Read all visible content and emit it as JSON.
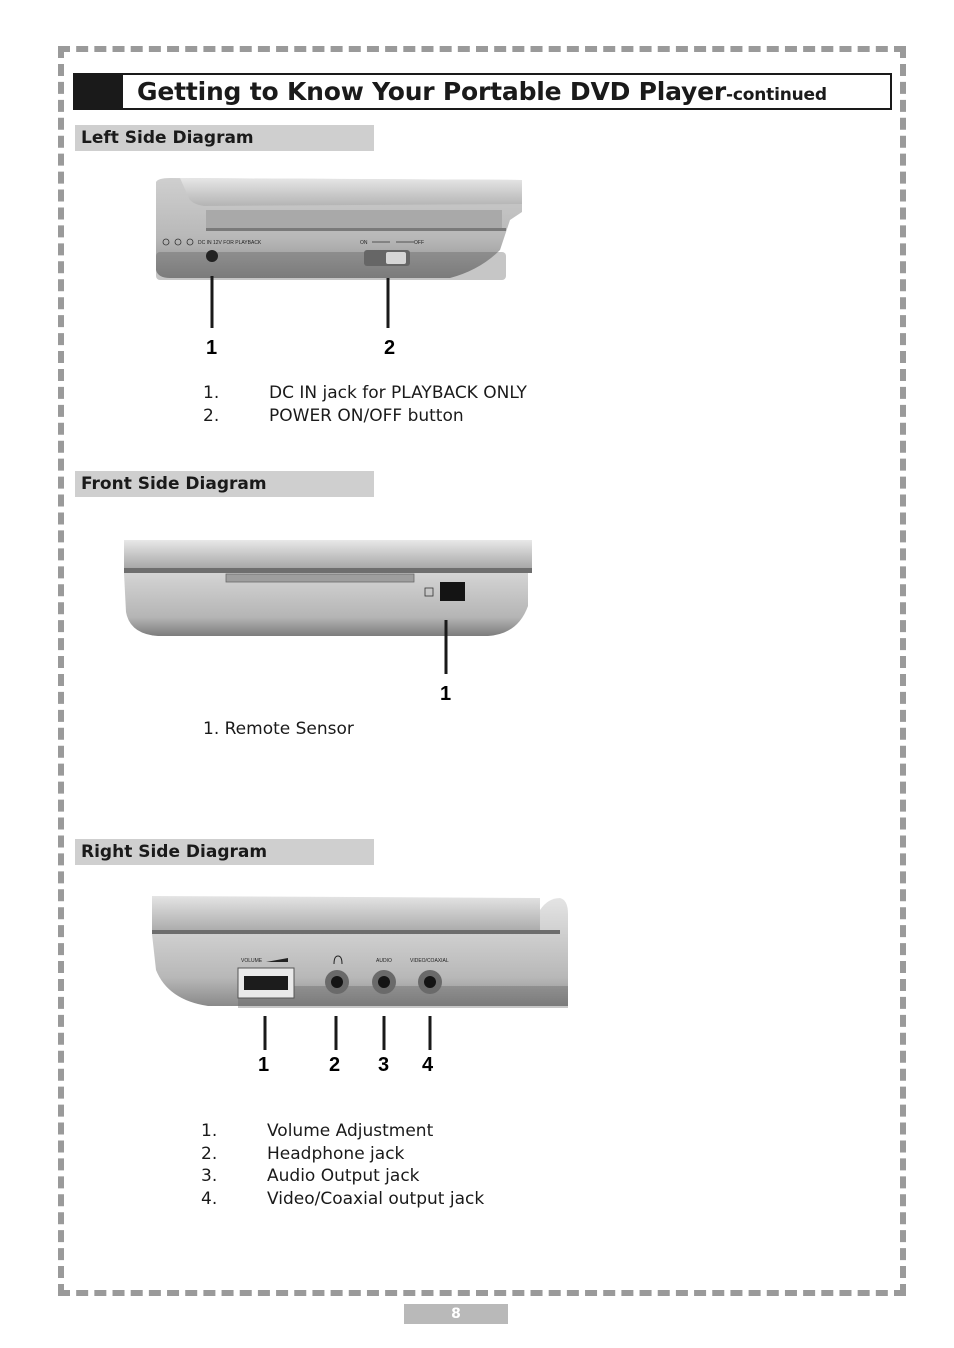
{
  "header": {
    "title": "Getting to Know Your Portable DVD Player",
    "title_suffix": "-continued"
  },
  "sections": {
    "left": {
      "label": "Left Side Diagram",
      "device_labels": {
        "dc_in": "DC IN 12V  FOR PLAYBACK",
        "on": "ON",
        "off": "OFF"
      },
      "callouts": [
        "1",
        "2"
      ],
      "items": [
        {
          "num": "1.",
          "text": "DC IN jack for PLAYBACK ONLY"
        },
        {
          "num": "2.",
          "text": "POWER ON/OFF button"
        }
      ]
    },
    "front": {
      "label": "Front Side Diagram",
      "callouts": [
        "1"
      ],
      "items": [
        {
          "text": "1. Remote Sensor"
        }
      ]
    },
    "right": {
      "label": "Right Side Diagram",
      "device_labels": {
        "volume": "VOLUME",
        "audio": "AUDIO",
        "video": "VIDEO/COAXIAL"
      },
      "callouts": [
        "1",
        "2",
        "3",
        "4"
      ],
      "items": [
        {
          "num": "1.",
          "text": "Volume Adjustment"
        },
        {
          "num": "2.",
          "text": "Headphone jack"
        },
        {
          "num": "3.",
          "text": "Audio Output jack"
        },
        {
          "num": "4.",
          "text": "Video/Coaxial output jack"
        }
      ]
    }
  },
  "footer": {
    "page_number": "8"
  }
}
